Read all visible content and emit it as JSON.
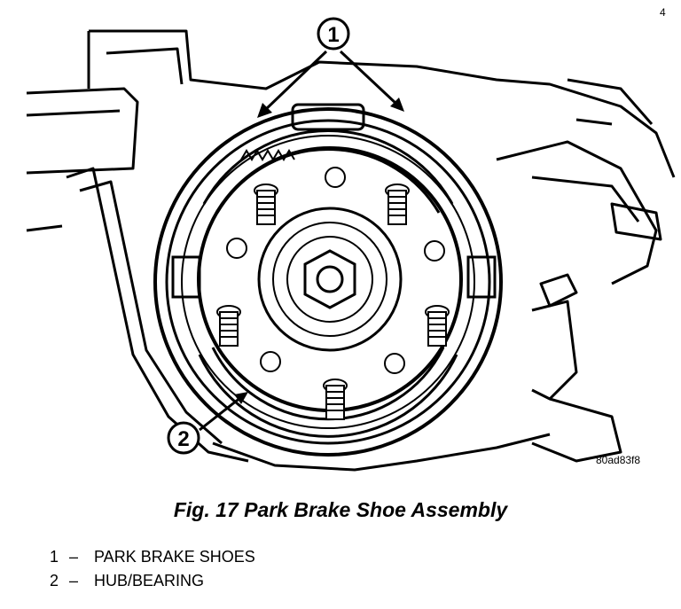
{
  "figure": {
    "caption": "Fig. 17 Park Brake Shoe Assembly",
    "image_code": "80ad83f8",
    "callouts": [
      {
        "number": "1",
        "label": "PARK BRAKE SHOES"
      },
      {
        "number": "2",
        "label": "HUB/BEARING"
      }
    ],
    "legend_separator": "–"
  }
}
